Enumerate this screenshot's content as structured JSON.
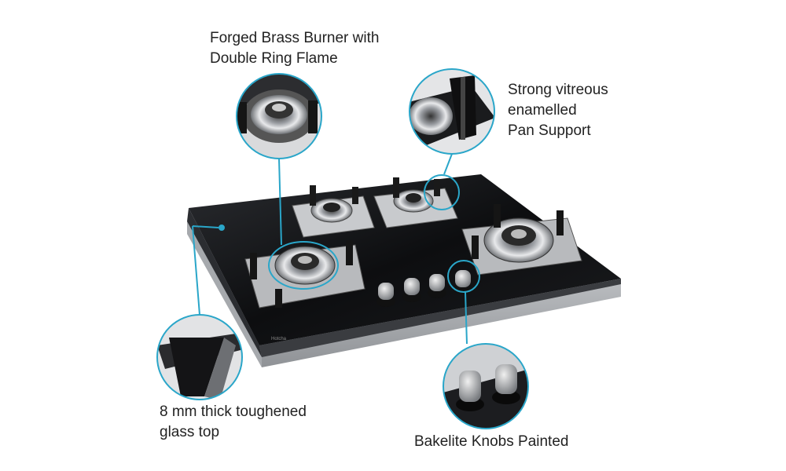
{
  "callouts": {
    "burner": {
      "line1": "Forged Brass Burner with",
      "line2": "Double Ring Flame"
    },
    "pan_support": {
      "line1": "Strong vitreous",
      "line2": "enamelled",
      "line3": "Pan Support"
    },
    "glass_top": {
      "line1": "8 mm thick toughened",
      "line2": "glass top"
    },
    "knobs": {
      "line1": "Bakelite Knobs Painted"
    }
  },
  "brand_mark": "Hotcha",
  "colors": {
    "callout_ring": "#2aa6c9",
    "glass": "#101113",
    "steel": "#b9bcc0"
  }
}
